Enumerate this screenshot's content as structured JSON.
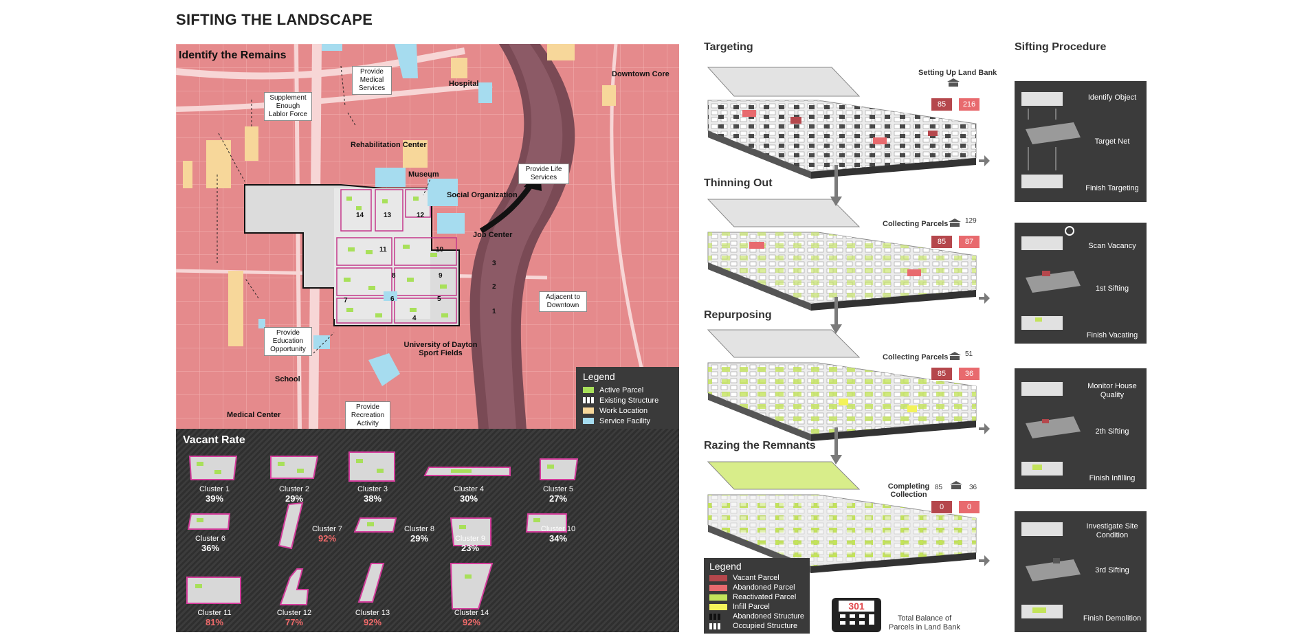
{
  "title": "SIFTING THE LANDSCAPE",
  "map": {
    "heading": "Identify the Remains",
    "labels": {
      "hospital": "Hospital",
      "downtown_core": "Downtown Core",
      "rehab": "Rehabilitation Center",
      "museum": "Museum",
      "social": "Social Organization",
      "job": "Job Center",
      "ud_fields": "University of Dayton Sport Fields",
      "school": "School",
      "medical_center": "Medical Center"
    },
    "callouts": {
      "labor": "Supplement Enough Lablor Force",
      "medical": "Provide Medical Services",
      "life": "Provide Life Services",
      "adjacent": "Adjacent to Downtown",
      "education": "Provide Education Opportunity",
      "recreation": "Provide Recreation Activity"
    },
    "cluster_numbers": [
      "1",
      "2",
      "3",
      "4",
      "5",
      "6",
      "7",
      "8",
      "9",
      "10",
      "11",
      "12",
      "13",
      "14"
    ],
    "legend": {
      "title": "Legend",
      "items": [
        {
          "label": "Active Parcel",
          "color": "#a8e05a"
        },
        {
          "label": "Existing Structure",
          "color": "#ffffff"
        },
        {
          "label": "Work Location",
          "color": "#f7d79a"
        },
        {
          "label": "Service Facility",
          "color": "#a6dcef"
        }
      ]
    }
  },
  "vacant_rate": {
    "heading": "Vacant Rate",
    "clusters": [
      {
        "name": "Cluster 1",
        "pct": "39%",
        "high": false
      },
      {
        "name": "Cluster 2",
        "pct": "29%",
        "high": false
      },
      {
        "name": "Cluster 3",
        "pct": "38%",
        "high": false
      },
      {
        "name": "Cluster 4",
        "pct": "30%",
        "high": false
      },
      {
        "name": "Cluster 5",
        "pct": "27%",
        "high": false
      },
      {
        "name": "Cluster 6",
        "pct": "36%",
        "high": false
      },
      {
        "name": "Cluster 7",
        "pct": "92%",
        "high": true
      },
      {
        "name": "Cluster 8",
        "pct": "29%",
        "high": false
      },
      {
        "name": "Cluster 9",
        "pct": "23%",
        "high": false
      },
      {
        "name": "Cluster 10",
        "pct": "34%",
        "high": false
      },
      {
        "name": "Cluster 11",
        "pct": "81%",
        "high": true
      },
      {
        "name": "Cluster 12",
        "pct": "77%",
        "high": true
      },
      {
        "name": "Cluster 13",
        "pct": "92%",
        "high": true
      },
      {
        "name": "Cluster 14",
        "pct": "92%",
        "high": true
      }
    ]
  },
  "steps": [
    {
      "title": "Targeting",
      "bank_label": "Setting Up Land Bank",
      "bank_left": "85",
      "bank_right": "216",
      "side": ""
    },
    {
      "title": "Thinning Out",
      "bank_label": "Collecting Parcels",
      "bank_left": "85",
      "bank_right": "87",
      "side": "129"
    },
    {
      "title": "Repurposing",
      "bank_label": "Collecting Parcels",
      "bank_left": "85",
      "bank_right": "36",
      "side": "51"
    },
    {
      "title": "Razing the Remnants",
      "bank_label": "Completing Collection",
      "bank_left": "0",
      "bank_right": "0",
      "side_left": "85",
      "side": "36"
    }
  ],
  "procedure": {
    "heading": "Sifting Procedure",
    "panels": [
      {
        "top": "Identify Object",
        "mid": "Target Net",
        "bottom": "Finish Targeting"
      },
      {
        "top": "Scan Vacancy",
        "mid": "1st Sifting",
        "bottom": "Finish Vacating"
      },
      {
        "top": "Monitor House Quality",
        "mid": "2th Sifting",
        "bottom": "Finish Infilling"
      },
      {
        "top": "Investigate Site Condition",
        "mid": "3rd Sifting",
        "bottom": "Finish Demolition"
      }
    ]
  },
  "bottom_legend": {
    "title": "Legend",
    "items": [
      {
        "label": "Vacant Parcel",
        "color": "#b5474c"
      },
      {
        "label": "Abandoned Parcel",
        "color": "#e86a6e"
      },
      {
        "label": "Reactivated Parcel",
        "color": "#c3e35a"
      },
      {
        "label": "Infill Parcel",
        "color": "#f3f35a"
      },
      {
        "label": "Abandoned Structure",
        "color": "#111111"
      },
      {
        "label": "Occupied Structure",
        "color": "#ffffff"
      }
    ]
  },
  "counter": {
    "value": "301",
    "label": "Total Balance of Parcels in Land Bank"
  }
}
